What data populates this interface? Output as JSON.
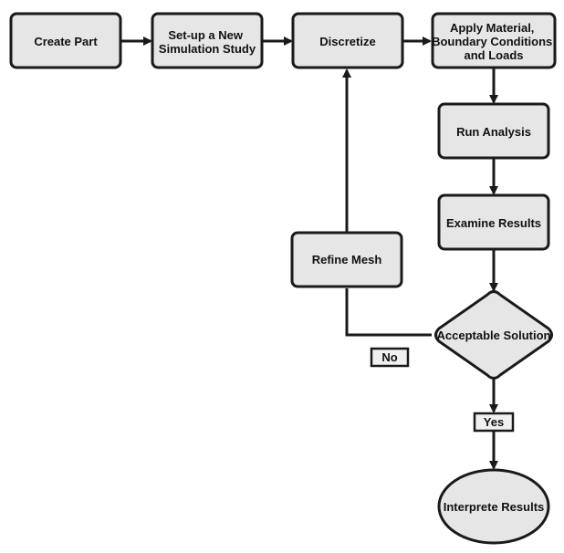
{
  "nodes": {
    "create_part": "Create Part",
    "setup_line1": "Set-up a New",
    "setup_line2": "Simulation Study",
    "discretize": "Discretize",
    "apply_line1": "Apply Material,",
    "apply_line2": "Boundary Conditions",
    "apply_line3": "and Loads",
    "run_analysis": "Run Analysis",
    "examine_results": "Examine Results",
    "acceptable_solution": "Acceptable Solution",
    "refine_mesh": "Refine Mesh",
    "interpret_results": "Interprete Results"
  },
  "labels": {
    "no": "No",
    "yes": "Yes"
  },
  "colors": {
    "node_fill": "#e6e6e6",
    "stroke": "#1a1a1a",
    "tag_fill": "#f0f0f0"
  }
}
